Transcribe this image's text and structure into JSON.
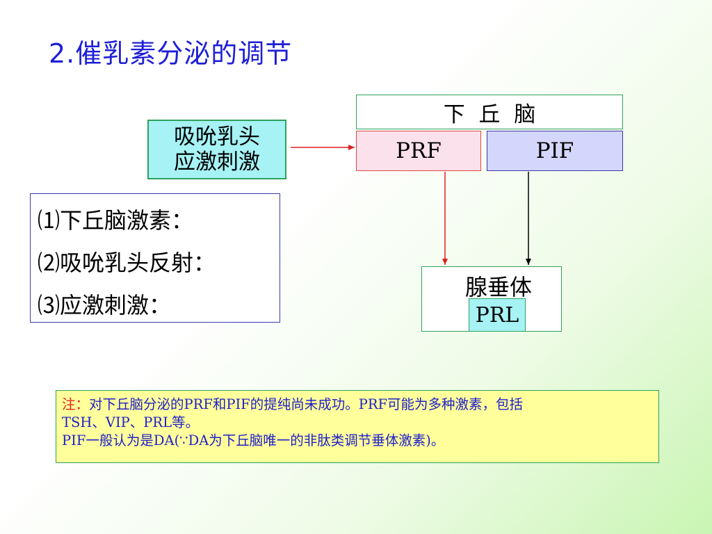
{
  "title": "2.催乳素分泌的调节",
  "stimulus": {
    "line1": "吸吮乳头",
    "line2": "应激刺激"
  },
  "hypothalamus": {
    "label": "下  丘  脑"
  },
  "prf": {
    "label": "PRF"
  },
  "pif": {
    "label": "PIF"
  },
  "pituitary": {
    "label": "腺垂体"
  },
  "prl": {
    "label": "PRL"
  },
  "factors": [
    {
      "label": "⑴下丘脑激素："
    },
    {
      "label": "⑵吸吮乳头反射："
    },
    {
      "label": "⑶应激刺激："
    }
  ],
  "note": {
    "label": "注：",
    "line1": "对下丘脑分泌的PRF和PIF的提纯尚未成功。PRF可能为多种激素，包括",
    "line2": "TSH、VIP、PRL等。",
    "line3": "PIF一般认为是DA(∵DA为下丘脑唯一的非肽类调节垂体激素)。"
  },
  "colors": {
    "title": "#1f1fd6",
    "stimulus_fill": "#a6f2f5",
    "prf_fill": "#fbe1ec",
    "pif_fill": "#d4d6fb",
    "note_fill": "#ffff9c",
    "note_text": "#2020c8",
    "arrow_red": "#e02020",
    "arrow_black": "#000000"
  }
}
